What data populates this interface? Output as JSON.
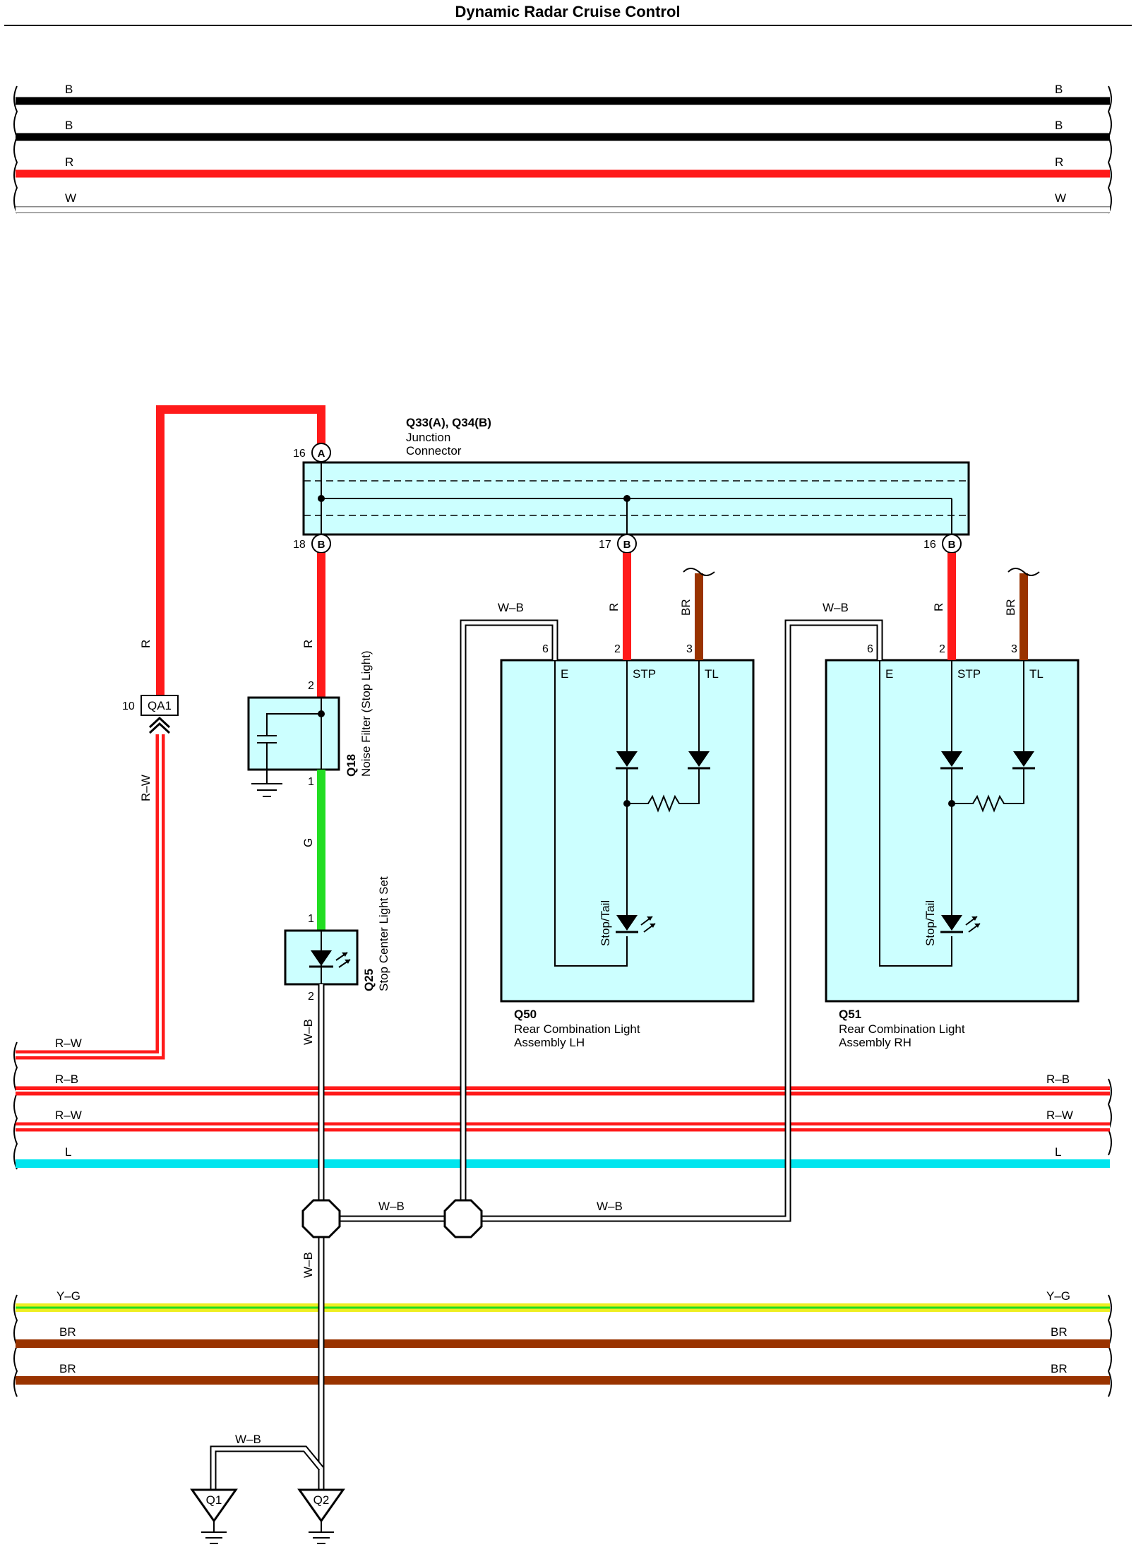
{
  "title": "Dynamic Radar Cruise Control",
  "top_bus": [
    {
      "left": "B",
      "right": "B",
      "color": "#000000"
    },
    {
      "left": "B",
      "right": "B",
      "color": "#000000"
    },
    {
      "left": "R",
      "right": "R",
      "color": "#ff1a1a"
    },
    {
      "left": "W",
      "right": "W",
      "color": "#ffffff"
    }
  ],
  "mid_bus": [
    {
      "left": "R–W",
      "right": "",
      "color": "#ff1a1a"
    },
    {
      "left": "R–B",
      "right": "R–B",
      "color": "#ff1a1a"
    },
    {
      "left": "R–W",
      "right": "R–W",
      "color": "#ff1a1a"
    },
    {
      "left": "L",
      "right": "L",
      "color": "#00e5ee"
    }
  ],
  "bottom_bus": [
    {
      "left": "Y–G",
      "right": "Y–G",
      "color": "#eeee22"
    },
    {
      "left": "BR",
      "right": "BR",
      "color": "#993300"
    },
    {
      "left": "BR",
      "right": "BR",
      "color": "#993300"
    }
  ],
  "junction_connector": {
    "code": "Q33(A), Q34(B)",
    "line1": "Junction",
    "line2": "Connector",
    "top_pin": {
      "number": "16",
      "letter": "A"
    },
    "bottom_pins": [
      {
        "number": "18",
        "letter": "B"
      },
      {
        "number": "17",
        "letter": "B"
      },
      {
        "number": "16",
        "letter": "B"
      }
    ]
  },
  "connector_qa1": {
    "code": "QA1",
    "pin": "10"
  },
  "noise_filter": {
    "code": "Q18",
    "name": "Noise Filter (Stop Light)",
    "pin_top": "2",
    "pin_bottom": "1"
  },
  "stop_center": {
    "code": "Q25",
    "name": "Stop Center Light Set",
    "pin_top": "1",
    "pin_bottom": "2"
  },
  "rear_lh": {
    "code": "Q50",
    "line1": "Rear Combination Light",
    "line2": "Assembly LH",
    "pins": {
      "e": "6",
      "stp": "2",
      "tl": "3"
    },
    "labels": {
      "e": "E",
      "stp": "STP",
      "tl": "TL"
    },
    "lamp": "Stop/Tail"
  },
  "rear_rh": {
    "code": "Q51",
    "line1": "Rear Combination Light",
    "line2": "Assembly RH",
    "pins": {
      "e": "6",
      "stp": "2",
      "tl": "3"
    },
    "labels": {
      "e": "E",
      "stp": "STP",
      "tl": "TL"
    },
    "lamp": "Stop/Tail"
  },
  "wire_labels": {
    "r": "R",
    "rw": "R–W",
    "g": "G",
    "wb": "W–B",
    "br": "BR"
  },
  "grounds": [
    {
      "code": "Q1"
    },
    {
      "code": "Q2"
    }
  ],
  "colors": {
    "red": "#ff1a1a",
    "green": "#22dd22",
    "brown": "#993300",
    "cyan_fill": "#ccffff",
    "light_blue": "#00e5ee",
    "yellow": "#eeee22"
  }
}
